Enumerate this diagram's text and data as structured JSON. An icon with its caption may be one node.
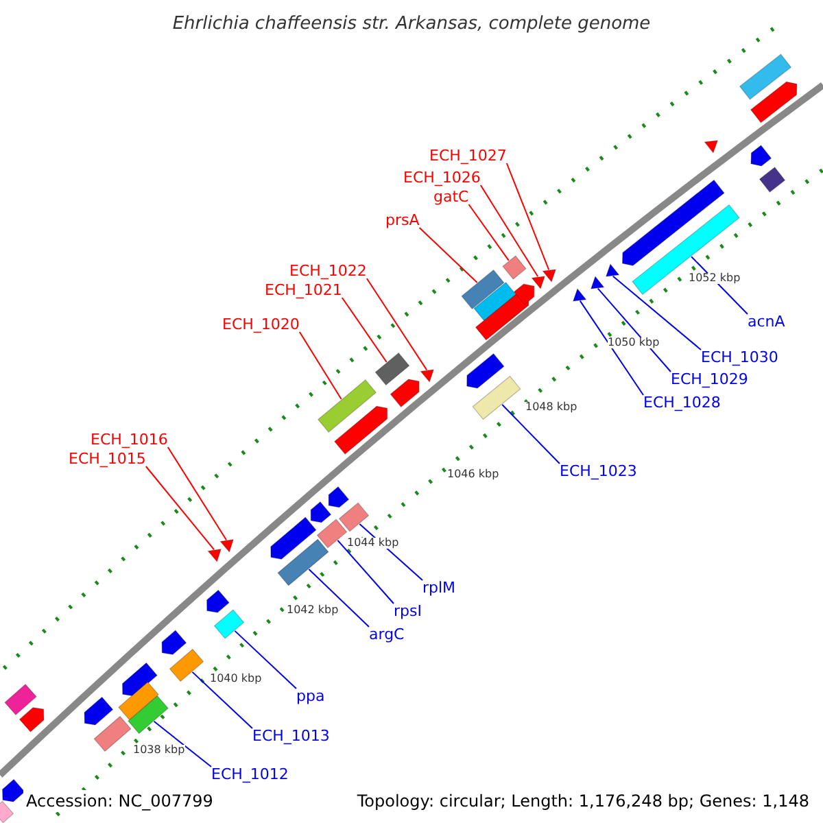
{
  "diagram": {
    "title": "Ehrlichia chaffeensis str. Arkansas, complete genome",
    "nodes": [
      {
        "text": [
          "ECH_1027"
        ]
      },
      {
        "text": [
          "ECH_1026"
        ]
      },
      {
        "text": [
          "gatC"
        ]
      },
      {
        "text": [
          "prsA"
        ]
      },
      {
        "text": [
          "ECH_1022"
        ]
      },
      {
        "text": [
          "ECH_1021"
        ]
      },
      {
        "text": [
          "ECH_1020"
        ]
      },
      {
        "text": [
          "ECH_1016"
        ]
      },
      {
        "text": [
          "ECH_1015"
        ]
      },
      {
        "text": [
          "acnA"
        ]
      },
      {
        "text": [
          "ECH_1030"
        ]
      },
      {
        "text": [
          "ECH_1029"
        ]
      },
      {
        "text": [
          "ECH_1028"
        ]
      },
      {
        "text": [
          "ECH_1023"
        ]
      },
      {
        "text": [
          "rplM"
        ]
      },
      {
        "text": [
          "rpsI"
        ]
      },
      {
        "text": [
          "argC"
        ]
      },
      {
        "text": [
          "ppa"
        ]
      },
      {
        "text": [
          "ECH_1013"
        ]
      },
      {
        "text": [
          "ECH_1012"
        ]
      },
      {
        "text": [],
        "shape": "triangle"
      },
      {
        "text": [],
        "shape": "triangle"
      },
      {
        "text": [],
        "shape": "bar"
      },
      {
        "text": [],
        "shape": "bar"
      },
      {
        "text": [],
        "shape": "triangle"
      },
      {
        "text": [],
        "shape": "bar"
      },
      {
        "text": [],
        "shape": "bar"
      },
      {
        "text": [],
        "shape": "triangle"
      },
      {
        "text": [],
        "shape": "triangle"
      },
      {
        "text": [],
        "shape": "bar"
      },
      {
        "text": [],
        "shape": "triangle"
      },
      {
        "text": [],
        "shape": "triangle"
      },
      {
        "text": [],
        "shape": "triangle"
      },
      {
        "text": [],
        "shape": "bar"
      },
      {
        "text": [],
        "shape": "bar"
      },
      {
        "text": [],
        "shape": "bar"
      },
      {
        "text": [],
        "shape": "bar"
      },
      {
        "text": [],
        "shape": "bar"
      },
      {
        "text": [],
        "shape": "bar"
      },
      {
        "text": [],
        "shape": "bar"
      },
      {
        "text": [],
        "shape": "bar"
      },
      {
        "text": [],
        "shape": "bar"
      },
      {
        "text": [],
        "shape": "bar"
      },
      {
        "text": [],
        "shape": "bar"
      },
      {
        "text": [],
        "shape": "bar"
      },
      {
        "text": [],
        "shape": "bar"
      },
      {
        "text": [],
        "shape": "bar"
      },
      {
        "text": [],
        "shape": "bar"
      },
      {
        "text": [],
        "shape": "bar"
      },
      {
        "text": [],
        "shape": "bar"
      },
      {
        "text": [],
        "shape": "bar"
      },
      {
        "text": [],
        "shape": "bar"
      },
      {
        "text": [],
        "shape": "bar"
      },
      {
        "text": [],
        "shape": "bar"
      },
      {
        "text": [],
        "shape": "bar"
      },
      {
        "text": [],
        "shape": "bar"
      },
      {
        "text": [],
        "shape": "bar"
      },
      {
        "text": [],
        "shape": "bar"
      },
      {
        "text": [],
        "shape": "bar"
      },
      {
        "text": [],
        "shape": "bar"
      },
      {
        "text": [],
        "shape": "bar"
      },
      {
        "text": [],
        "shape": "bar"
      },
      {
        "text": [],
        "shape": "bar"
      },
      {
        "text": [],
        "shape": "bar"
      },
      {
        "text": [],
        "shape": "triangle"
      }
    ],
    "edges": [
      {
        "from": 0,
        "to": 20,
        "arrow": "none",
        "color": "#ff0000"
      },
      {
        "from": 1,
        "to": 21,
        "arrow": "none",
        "color": "#ff0000"
      },
      {
        "from": 2,
        "to": 22,
        "arrow": "none",
        "color": "#ff0000"
      },
      {
        "from": 3,
        "to": 23,
        "arrow": "none",
        "color": "#ff0000"
      },
      {
        "from": 4,
        "to": 24,
        "arrow": "none",
        "color": "#ff0000"
      },
      {
        "from": 5,
        "to": 25,
        "arrow": "none",
        "color": "#ff0000"
      },
      {
        "from": 6,
        "to": 26,
        "arrow": "none",
        "color": "#ff0000"
      },
      {
        "from": 7,
        "to": 27,
        "arrow": "none",
        "color": "#ff0000"
      },
      {
        "from": 8,
        "to": 28,
        "arrow": "none",
        "color": "#ff0000"
      },
      {
        "from": 9,
        "to": 29,
        "arrow": "none"
      },
      {
        "from": 10,
        "to": 30,
        "arrow": "none"
      },
      {
        "from": 11,
        "to": 31,
        "arrow": "none"
      },
      {
        "from": 12,
        "to": 32,
        "arrow": "none"
      },
      {
        "from": 13,
        "to": 33,
        "arrow": "none"
      },
      {
        "from": 14,
        "to": 34,
        "arrow": "none"
      },
      {
        "from": 15,
        "to": 35,
        "arrow": "none"
      },
      {
        "from": 16,
        "to": 36,
        "arrow": "none"
      },
      {
        "from": 17,
        "to": 37,
        "arrow": "none"
      },
      {
        "from": 18,
        "to": 38,
        "arrow": "none"
      },
      {
        "from": 19,
        "to": 39,
        "arrow": "none"
      }
    ],
    "labels": [
      "1052 kbp",
      "1050 kbp",
      "1048 kbp",
      "1046 kbp",
      "1044 kbp",
      "1042 kbp",
      "1040 kbp",
      "1038 kbp",
      "Accession: NC_007799",
      "Topology: circular; Length: 1,176,248 bp; Genes: 1,148"
    ]
  }
}
